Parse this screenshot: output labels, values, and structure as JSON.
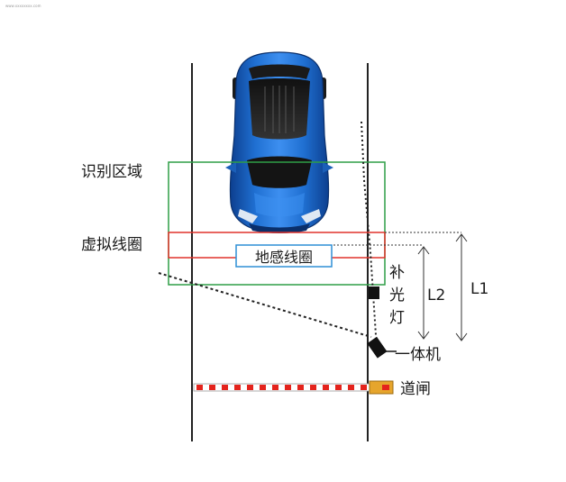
{
  "watermark": "www.xxxxxxxx.com",
  "labels": {
    "recognition_zone": "识别区域",
    "virtual_coil": "虚拟线圈",
    "ground_coil": "地感线圈",
    "fill_light_1": "补",
    "fill_light_2": "光",
    "fill_light_3": "灯",
    "all_in_one": "一体机",
    "barrier_gate": "道闸",
    "dist_l1": "L1",
    "dist_l2": "L2"
  },
  "colors": {
    "recognition_zone": "#2e9e47",
    "virtual_coil": "#e0322b",
    "ground_coil": "#2f8fd6",
    "car_body": "#1f6fd1",
    "lane_line": "#222222",
    "barrier_red": "#e4231c",
    "barrier_housing": "#e6a52c"
  },
  "icons": [
    "car-icon",
    "camera-icon",
    "fill-light-icon",
    "barrier-gate-icon"
  ]
}
